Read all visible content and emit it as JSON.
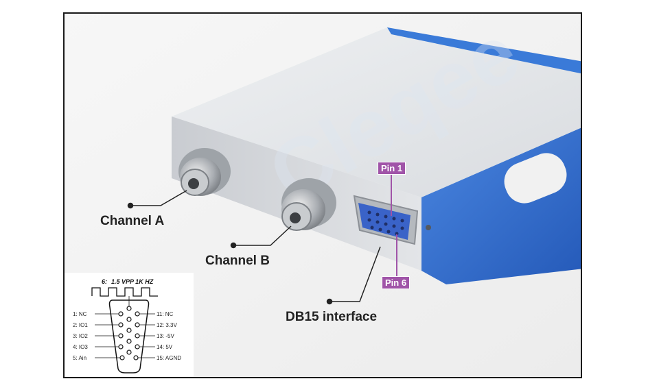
{
  "labels": {
    "channel_a": "Channel A",
    "channel_b": "Channel B",
    "db15": "DB15 interface",
    "pin1": "Pin 1",
    "pin6": "Pin 6"
  },
  "pinout": {
    "wave_pin": "6:",
    "wave_text": "1.5 VPP 1K HZ",
    "left_pins": [
      "1: NC",
      "2: IO1",
      "3: IO2",
      "4: IO3",
      "5: Ain"
    ],
    "right_pins": [
      "11: NC",
      "12: 3.3V",
      "13: -5V",
      "14: 5V",
      "15: AGND"
    ]
  },
  "colors": {
    "blue_housing": "#2f6fd0",
    "silver_body": "#dcdfe3",
    "db15_blue": "#3a63c8",
    "pin_tag": "#a054a8"
  }
}
